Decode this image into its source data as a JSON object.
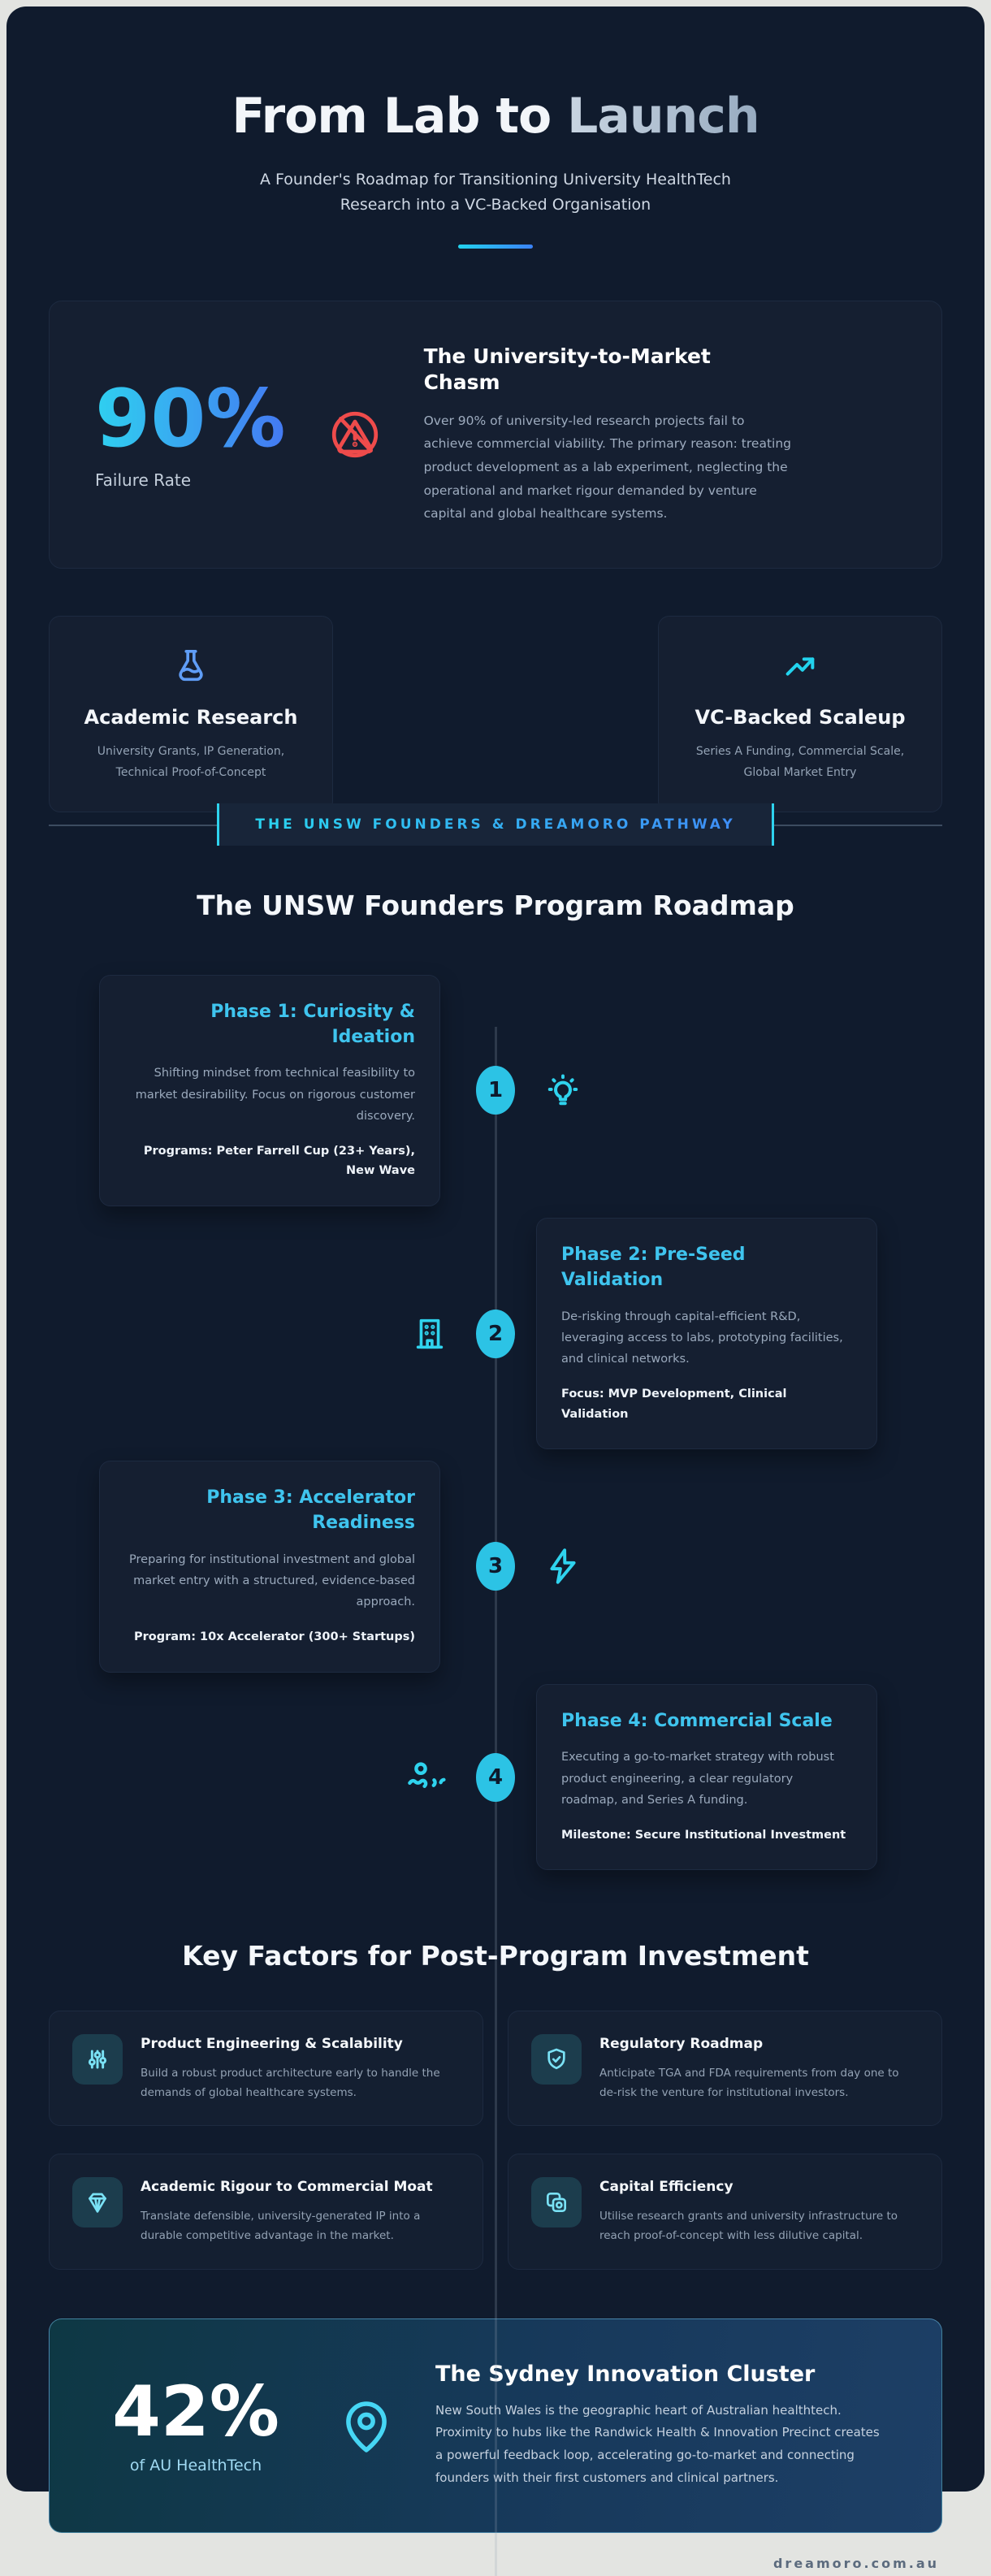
{
  "header": {
    "title_main": "From Lab to ",
    "title_accent": "Launch",
    "subtitle": "A Founder's Roadmap for Transitioning University HealthTech Research into a VC-Backed Organisation"
  },
  "chasm": {
    "stat_value": "90%",
    "stat_label": "Failure Rate",
    "icon": "no-lab-experiment-alert-icon",
    "heading": "The University-to-Market Chasm",
    "body": "Over 90% of university-led research projects fail to achieve commercial viability. The primary reason: treating product development as a lab experiment, neglecting the operational and market rigour demanded by venture capital and global healthcare systems."
  },
  "comparison": {
    "left": {
      "icon": "flask-icon",
      "heading": "Academic Research",
      "body": "University Grants, IP Generation, Technical Proof-of-Concept"
    },
    "right": {
      "icon": "trending-up-icon",
      "heading": "VC-Backed Scaleup",
      "body": "Series A Funding, Commercial Scale, Global Market Entry"
    }
  },
  "banner": {
    "label": "THE UNSW FOUNDERS & DREAMORO PATHWAY"
  },
  "roadmap": {
    "title": "The UNSW Founders Program Roadmap",
    "phases": [
      {
        "num": "1",
        "side": "left",
        "icon": "lightbulb-icon",
        "heading": "Phase 1: Curiosity & Ideation",
        "body": "Shifting mindset from technical feasibility to market desirability. Focus on rigorous customer discovery.",
        "highlight": "Programs: Peter Farrell Cup (23+ Years), New Wave"
      },
      {
        "num": "2",
        "side": "right",
        "icon": "building-icon",
        "heading": "Phase 2: Pre-Seed Validation",
        "body": "De-risking through capital-efficient R&D, leveraging access to labs, prototyping facilities, and clinical networks.",
        "highlight": "Focus: MVP Development, Clinical Validation"
      },
      {
        "num": "3",
        "side": "left",
        "icon": "lightning-bolt-icon",
        "heading": "Phase 3: Accelerator Readiness",
        "body": "Preparing for institutional investment and global market entry with a structured, evidence-based approach.",
        "highlight": "Program: 10x Accelerator (300+ Startups)"
      },
      {
        "num": "4",
        "side": "right",
        "icon": "person-launch-icon",
        "heading": "Phase 4: Commercial Scale",
        "body": "Executing a go-to-market strategy with robust product engineering, a clear regulatory roadmap, and Series A funding.",
        "highlight": "Milestone: Secure Institutional Investment"
      }
    ]
  },
  "key_factors": {
    "title": "Key Factors for Post-Program Investment",
    "cards": [
      {
        "icon": "sliders-icon",
        "heading": "Product Engineering & Scalability",
        "body": "Build a robust product architecture early to handle the demands of global healthcare systems."
      },
      {
        "icon": "shield-check-icon",
        "heading": "Regulatory Roadmap",
        "body": "Anticipate TGA and FDA requirements from day one to de-risk the venture for institutional investors."
      },
      {
        "icon": "gem-icon",
        "heading": "Academic Rigour to Commercial Moat",
        "body": "Translate defensible, university-generated IP into a durable competitive advantage in the market."
      },
      {
        "icon": "coins-icon",
        "heading": "Capital Efficiency",
        "body": "Utilise research grants and university infrastructure to reach proof-of-concept with less dilutive capital."
      }
    ]
  },
  "sydney": {
    "stat_value": "42%",
    "stat_label": "of AU HealthTech",
    "icon": "map-pin-icon",
    "heading": "The Sydney Innovation Cluster",
    "body": "New South Wales is the geographic heart of Australian healthtech. Proximity to hubs like the Randwick Health & Innovation Precinct creates a powerful feedback loop, accelerating go-to-market and connecting founders with their first customers and clinical partners."
  },
  "footer": {
    "site": "dreamoro.com.au"
  },
  "colors": {
    "background": "#101b2d",
    "card": "#151f31",
    "accent_cyan": "#22d3ee",
    "accent_blue": "#3b82f6",
    "alert_red": "#ee4b4b",
    "marker_fill": "#2cc3e5"
  }
}
